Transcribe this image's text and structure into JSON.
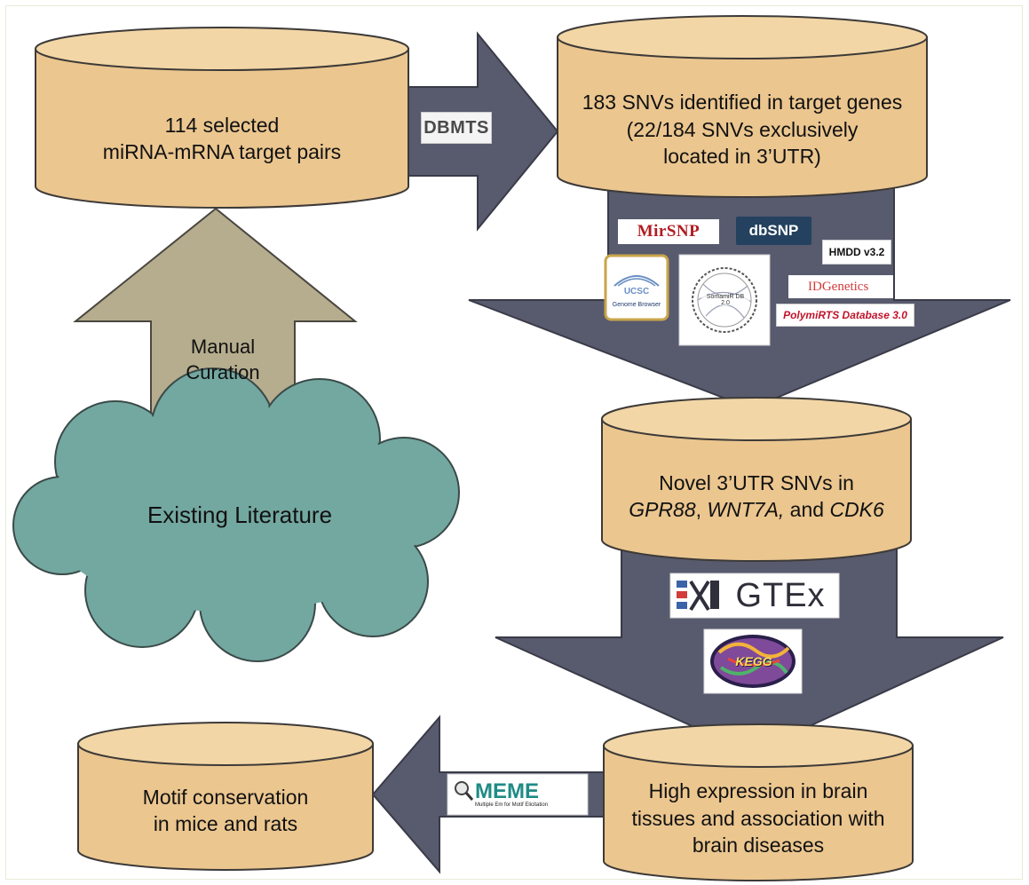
{
  "boxes": {
    "pairs": {
      "line1": "114 selected",
      "line2": "miRNA-mRNA target pairs"
    },
    "snvs": {
      "line1": "183 SNVs identified in target genes",
      "line2": "(22/184 SNVs exclusively",
      "line3": "located in 3’UTR)"
    },
    "novel": {
      "line1": "Novel 3’UTR SNVs in",
      "gene1": "GPR88",
      "sep1": ", ",
      "gene2": "WNT7A,",
      "sep2": " and ",
      "gene3": "CDK6"
    },
    "expression": {
      "line1": "High expression in brain",
      "line2": "tissues and association with",
      "line3": "brain diseases"
    },
    "motif": {
      "line1": "Motif conservation",
      "line2": "in mice and rats"
    }
  },
  "curation": {
    "line1": "Manual",
    "line2": "Curation"
  },
  "literature": {
    "label": "Existing Literature"
  },
  "tools": {
    "dbmts": "DBMTS",
    "mirsnp": "MirSNP",
    "dbsnp": "dbSNP",
    "hmdd": "HMDD v3.2",
    "ucsc_line1": "UCSC",
    "ucsc_line2": "Genome Browser",
    "somamir": "SomamiR DB 2.0",
    "idgenetics": "IDGenetics",
    "polymirts": "PolymiRTS Database 3.0",
    "gtex": "GTEx",
    "kegg": "KEGG",
    "meme": "MEME",
    "meme_sub": "Multiple Em for Motif Elicitation"
  },
  "colors": {
    "cylinder_fill": "#ebc68f",
    "cylinder_stroke": "#3d3a38",
    "arrow_dark": "#585a6e",
    "arrow_tan": "#b5ad8e",
    "cloud_fill": "#73a8a1",
    "mirsnp_red": "#b01c22",
    "dbsnp_navy": "#24415f",
    "polymirts_red": "#c0142b"
  }
}
